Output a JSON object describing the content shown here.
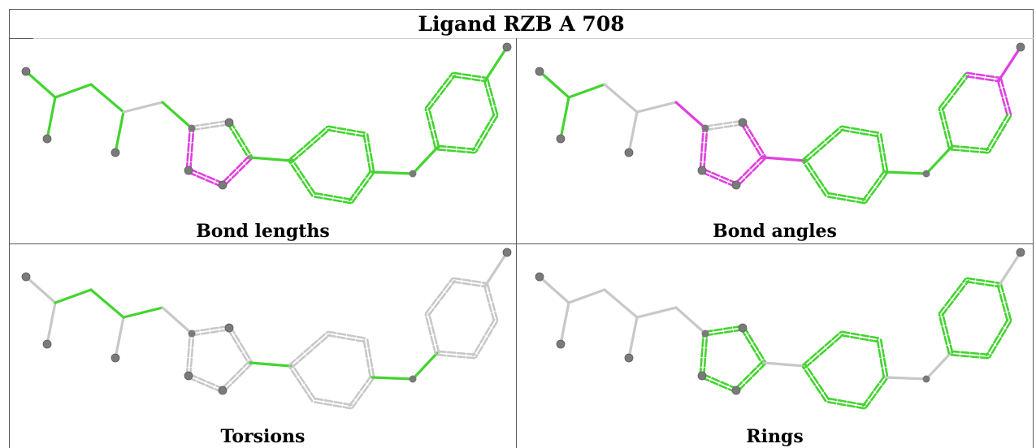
{
  "title": "Ligand RZB A 708",
  "panels": [
    {
      "caption": "Bond lengths"
    },
    {
      "caption": "Bond angles"
    },
    {
      "caption": "Torsions"
    },
    {
      "caption": "Rings"
    }
  ],
  "colors": {
    "green": "#44d430",
    "magenta": "#e040e0",
    "gray": "#c8c8c8",
    "atom": "#7a7a7a",
    "border": "#5a5a5a"
  }
}
